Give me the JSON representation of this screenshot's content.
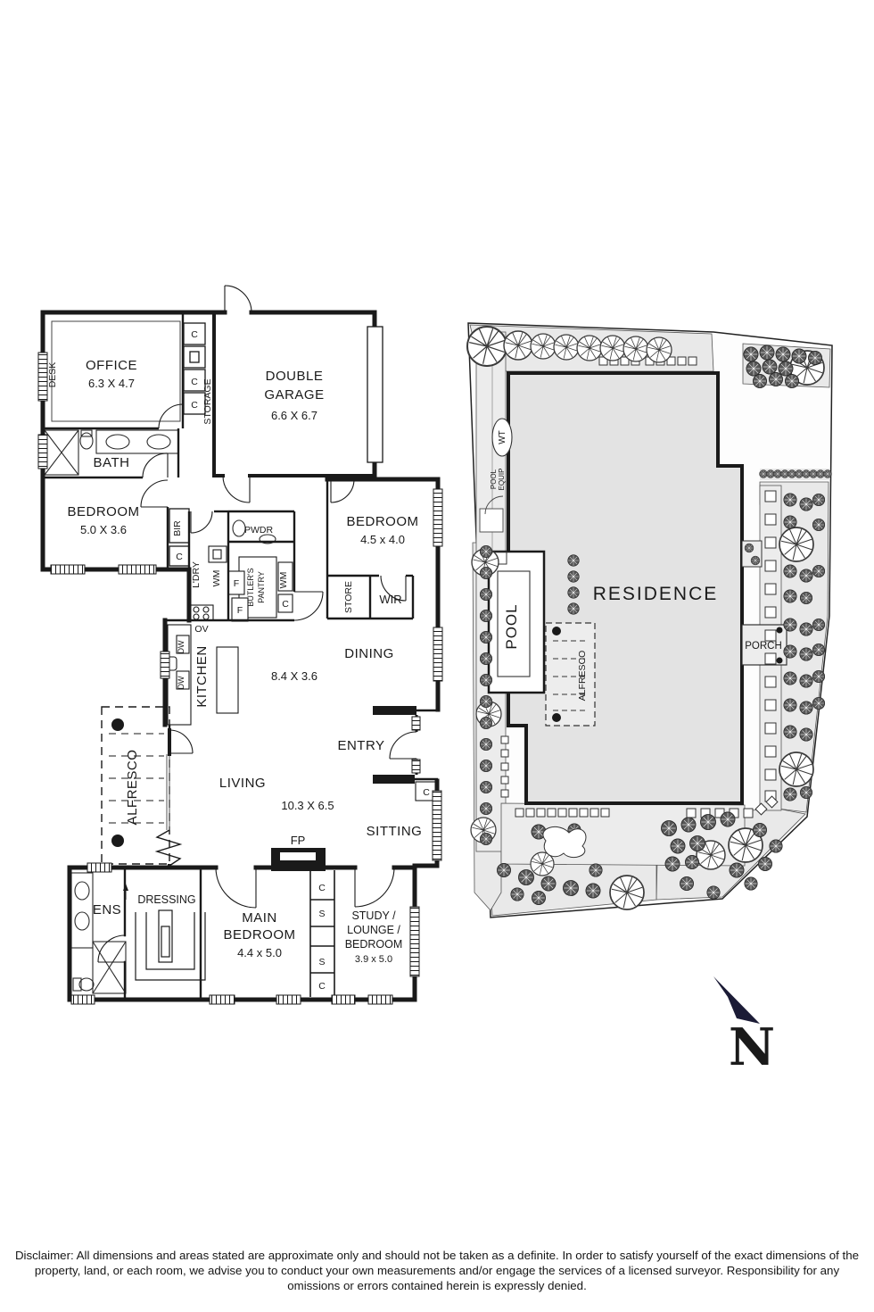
{
  "floor_plan": {
    "office": {
      "label": "OFFICE",
      "dims": "6.3 X 4.7"
    },
    "desk": "DESK",
    "storage": "STORAGE",
    "garage": {
      "line1": "DOUBLE",
      "line2": "GARAGE",
      "dims": "6.6 X 6.7"
    },
    "bath": "BATH",
    "bedroom2": {
      "label": "BEDROOM",
      "dims": "5.0 X 3.6"
    },
    "bedroom3": {
      "label": "BEDROOM",
      "dims": "4.5 x 4.0"
    },
    "bir": "BIR",
    "c": "C",
    "s": "S",
    "f": "F",
    "wm": "WM",
    "dw": "DW",
    "ov": "OV",
    "ldry": "L'DRY",
    "pwdr": "PWDR",
    "pantry": {
      "line1": "BUTLER'S",
      "line2": "PANTRY"
    },
    "store": "STORE",
    "wir": "WIR",
    "dining": "DINING",
    "open_dims": "8.4 X 3.6",
    "kitchen": "KITCHEN",
    "alfresco": "ALFRESCO",
    "living": {
      "label": "LIVING",
      "dims": "10.3 X 6.5"
    },
    "entry": "ENTRY",
    "sitting": "SITTING",
    "fp": "FP",
    "ens": "ENS",
    "dressing": "DRESSING",
    "main_bedroom": {
      "line1": "MAIN",
      "line2": "BEDROOM",
      "dims": "4.4 x 5.0"
    },
    "study": {
      "line1": "STUDY /",
      "line2": "LOUNGE /",
      "line3": "BEDROOM",
      "dims": "3.9 x 5.0"
    }
  },
  "site_plan": {
    "residence": "RESIDENCE",
    "pool": "POOL",
    "alfresco": "ALFRESCO",
    "porch": "PORCH",
    "wt": "WT",
    "pool_equip": {
      "line1": "POOL",
      "line2": "EQUIP"
    }
  },
  "compass": {
    "label": "N"
  },
  "disclaimer": "Disclaimer: All dimensions and areas stated are approximate only and should not be taken as a definite. In order to satisfy yourself of the exact dimensions of the property, land, or each room, we advise you to conduct your own measurements and/or engage the services of a licensed surveyor. Responsibility for any omissions or errors contained herein is expressly denied.",
  "colors": {
    "wall": "#1a1a1a",
    "residence_fill": "#e3e3e3",
    "garden_fill": "#eaeaea",
    "compass": "#1b1b36"
  }
}
